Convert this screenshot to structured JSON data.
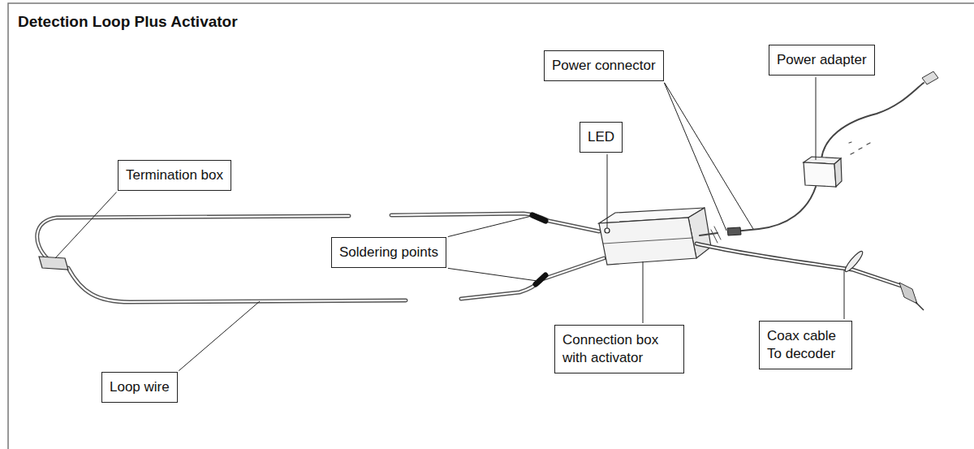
{
  "diagram": {
    "title": "Detection Loop Plus Activator",
    "nodes": [
      {
        "text": [
          "Power connector"
        ]
      },
      {
        "text": [
          "Power adapter"
        ]
      },
      {
        "text": [
          "LED"
        ]
      },
      {
        "text": [
          "Termination box"
        ]
      },
      {
        "text": [
          "Soldering points"
        ]
      },
      {
        "text": [
          "Connection box with activator"
        ]
      },
      {
        "text": [
          "Coax cable To decoder"
        ]
      },
      {
        "text": [
          "Loop wire"
        ]
      }
    ]
  }
}
